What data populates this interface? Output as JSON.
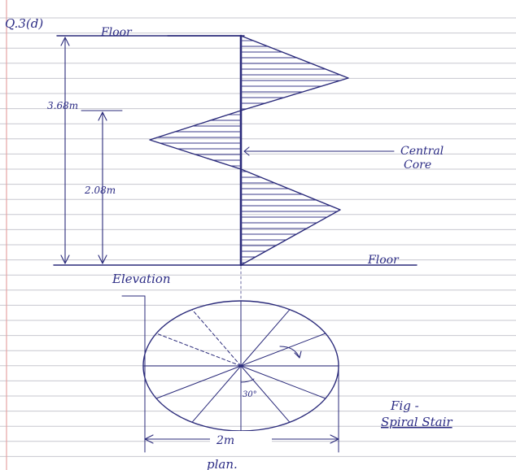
{
  "question_label": "Q.3(d)",
  "elevation": {
    "floor_top_label": "Floor",
    "floor_bottom_label": "Floor",
    "overall_height_label": "3.68m",
    "lower_height_label": "2.08m",
    "core_label_line1": "Central",
    "core_label_line2": "Core",
    "view_label": "Elevation"
  },
  "plan": {
    "angle_label": "30°",
    "diameter_label": "2m",
    "view_label": "plan."
  },
  "figure_caption": {
    "line1": "Fig -",
    "line2": "Spiral Stair"
  },
  "colors": {
    "ink": "#2a2a7a",
    "ruling": "#c7c7cf",
    "margin": "#e7a3a3"
  }
}
